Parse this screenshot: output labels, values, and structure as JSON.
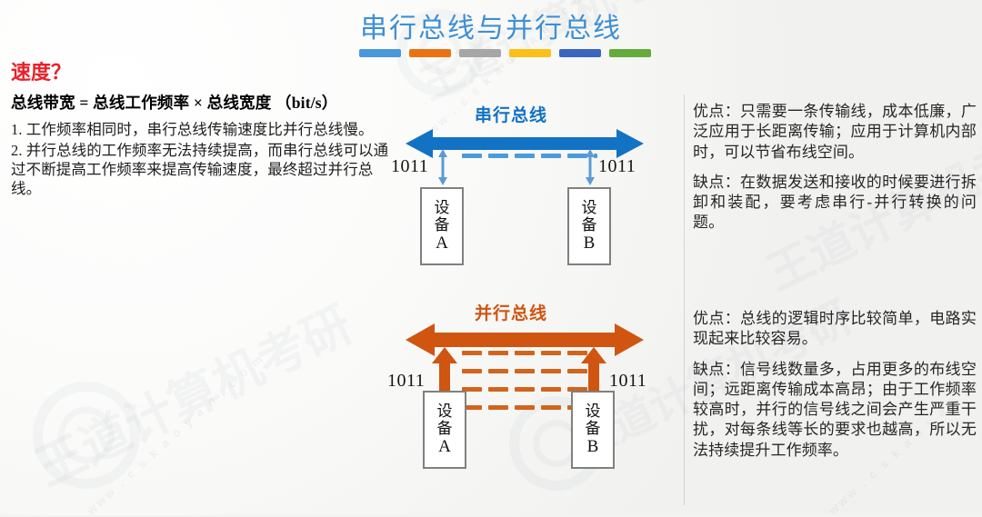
{
  "slide": {
    "title": "串行总线与并行总线",
    "accent_title_color": "#3d8fd4",
    "background_color": "#f3f3f1",
    "divider_bars": [
      {
        "name": "bar-blue-light",
        "color": "#4a98d9"
      },
      {
        "name": "bar-orange",
        "color": "#ec7211"
      },
      {
        "name": "bar-gray",
        "color": "#a6a6a6"
      },
      {
        "name": "bar-yellow",
        "color": "#fbc016"
      },
      {
        "name": "bar-blue-dark",
        "color": "#3a66c0"
      },
      {
        "name": "bar-green",
        "color": "#63ab3c"
      }
    ],
    "watermarks": {
      "site": "www . c s k a o y a n . c o m",
      "brand": "王道计算机考研"
    }
  },
  "left_column": {
    "heading": "速度？",
    "heading_color": "#e8212b",
    "formula": "总线带宽 = 总线工作频率 × 总线宽度 （bit/s）",
    "notes": [
      "1. 工作频率相同时，串行总线传输速度比并行总线慢。",
      "2. 并行总线的工作频率无法持续提高，而串行总线可以通过不断提高工作频率来提高传输速度，最终超过并行总线。"
    ]
  },
  "serial_diagram": {
    "name": "serial-bus-diagram",
    "label": "串行总线",
    "color": "#1272c4",
    "dash_color": "#4a9bdd",
    "bus_arrow_name": "serial-bus-double-arrow",
    "data_line_count": 1,
    "left_bits": "1011",
    "right_bits": "1011",
    "device_left": {
      "title": "设备",
      "id": "A"
    },
    "device_right": {
      "title": "设备",
      "id": "B"
    }
  },
  "parallel_diagram": {
    "name": "parallel-bus-diagram",
    "label": "并行总线",
    "color": "#cf5511",
    "dash_color": "#d3641c",
    "bus_arrow_name": "parallel-bus-double-arrow",
    "data_line_count": 4,
    "left_bits": "1011",
    "right_bits": "1011",
    "device_left": {
      "title": "设备",
      "id": "A"
    },
    "device_right": {
      "title": "设备",
      "id": "B"
    }
  },
  "right_column": {
    "serial": {
      "pros": "优点：只需要一条传输线，成本低廉，广泛应用于长距离传输；应用于计算机内部时，可以节省布线空间。",
      "cons": "缺点：在数据发送和接收的时候要进行拆卸和装配，要考虑串行-并行转换的问题。"
    },
    "parallel": {
      "pros": "优点：总线的逻辑时序比较简单，电路实现起来比较容易。",
      "cons": "缺点：信号线数量多，占用更多的布线空间；远距离传输成本高昂；由于工作频率较高时，并行的信号线之间会产生严重干扰，对每条线等长的要求也越高，所以无法持续提升工作频率。"
    }
  }
}
